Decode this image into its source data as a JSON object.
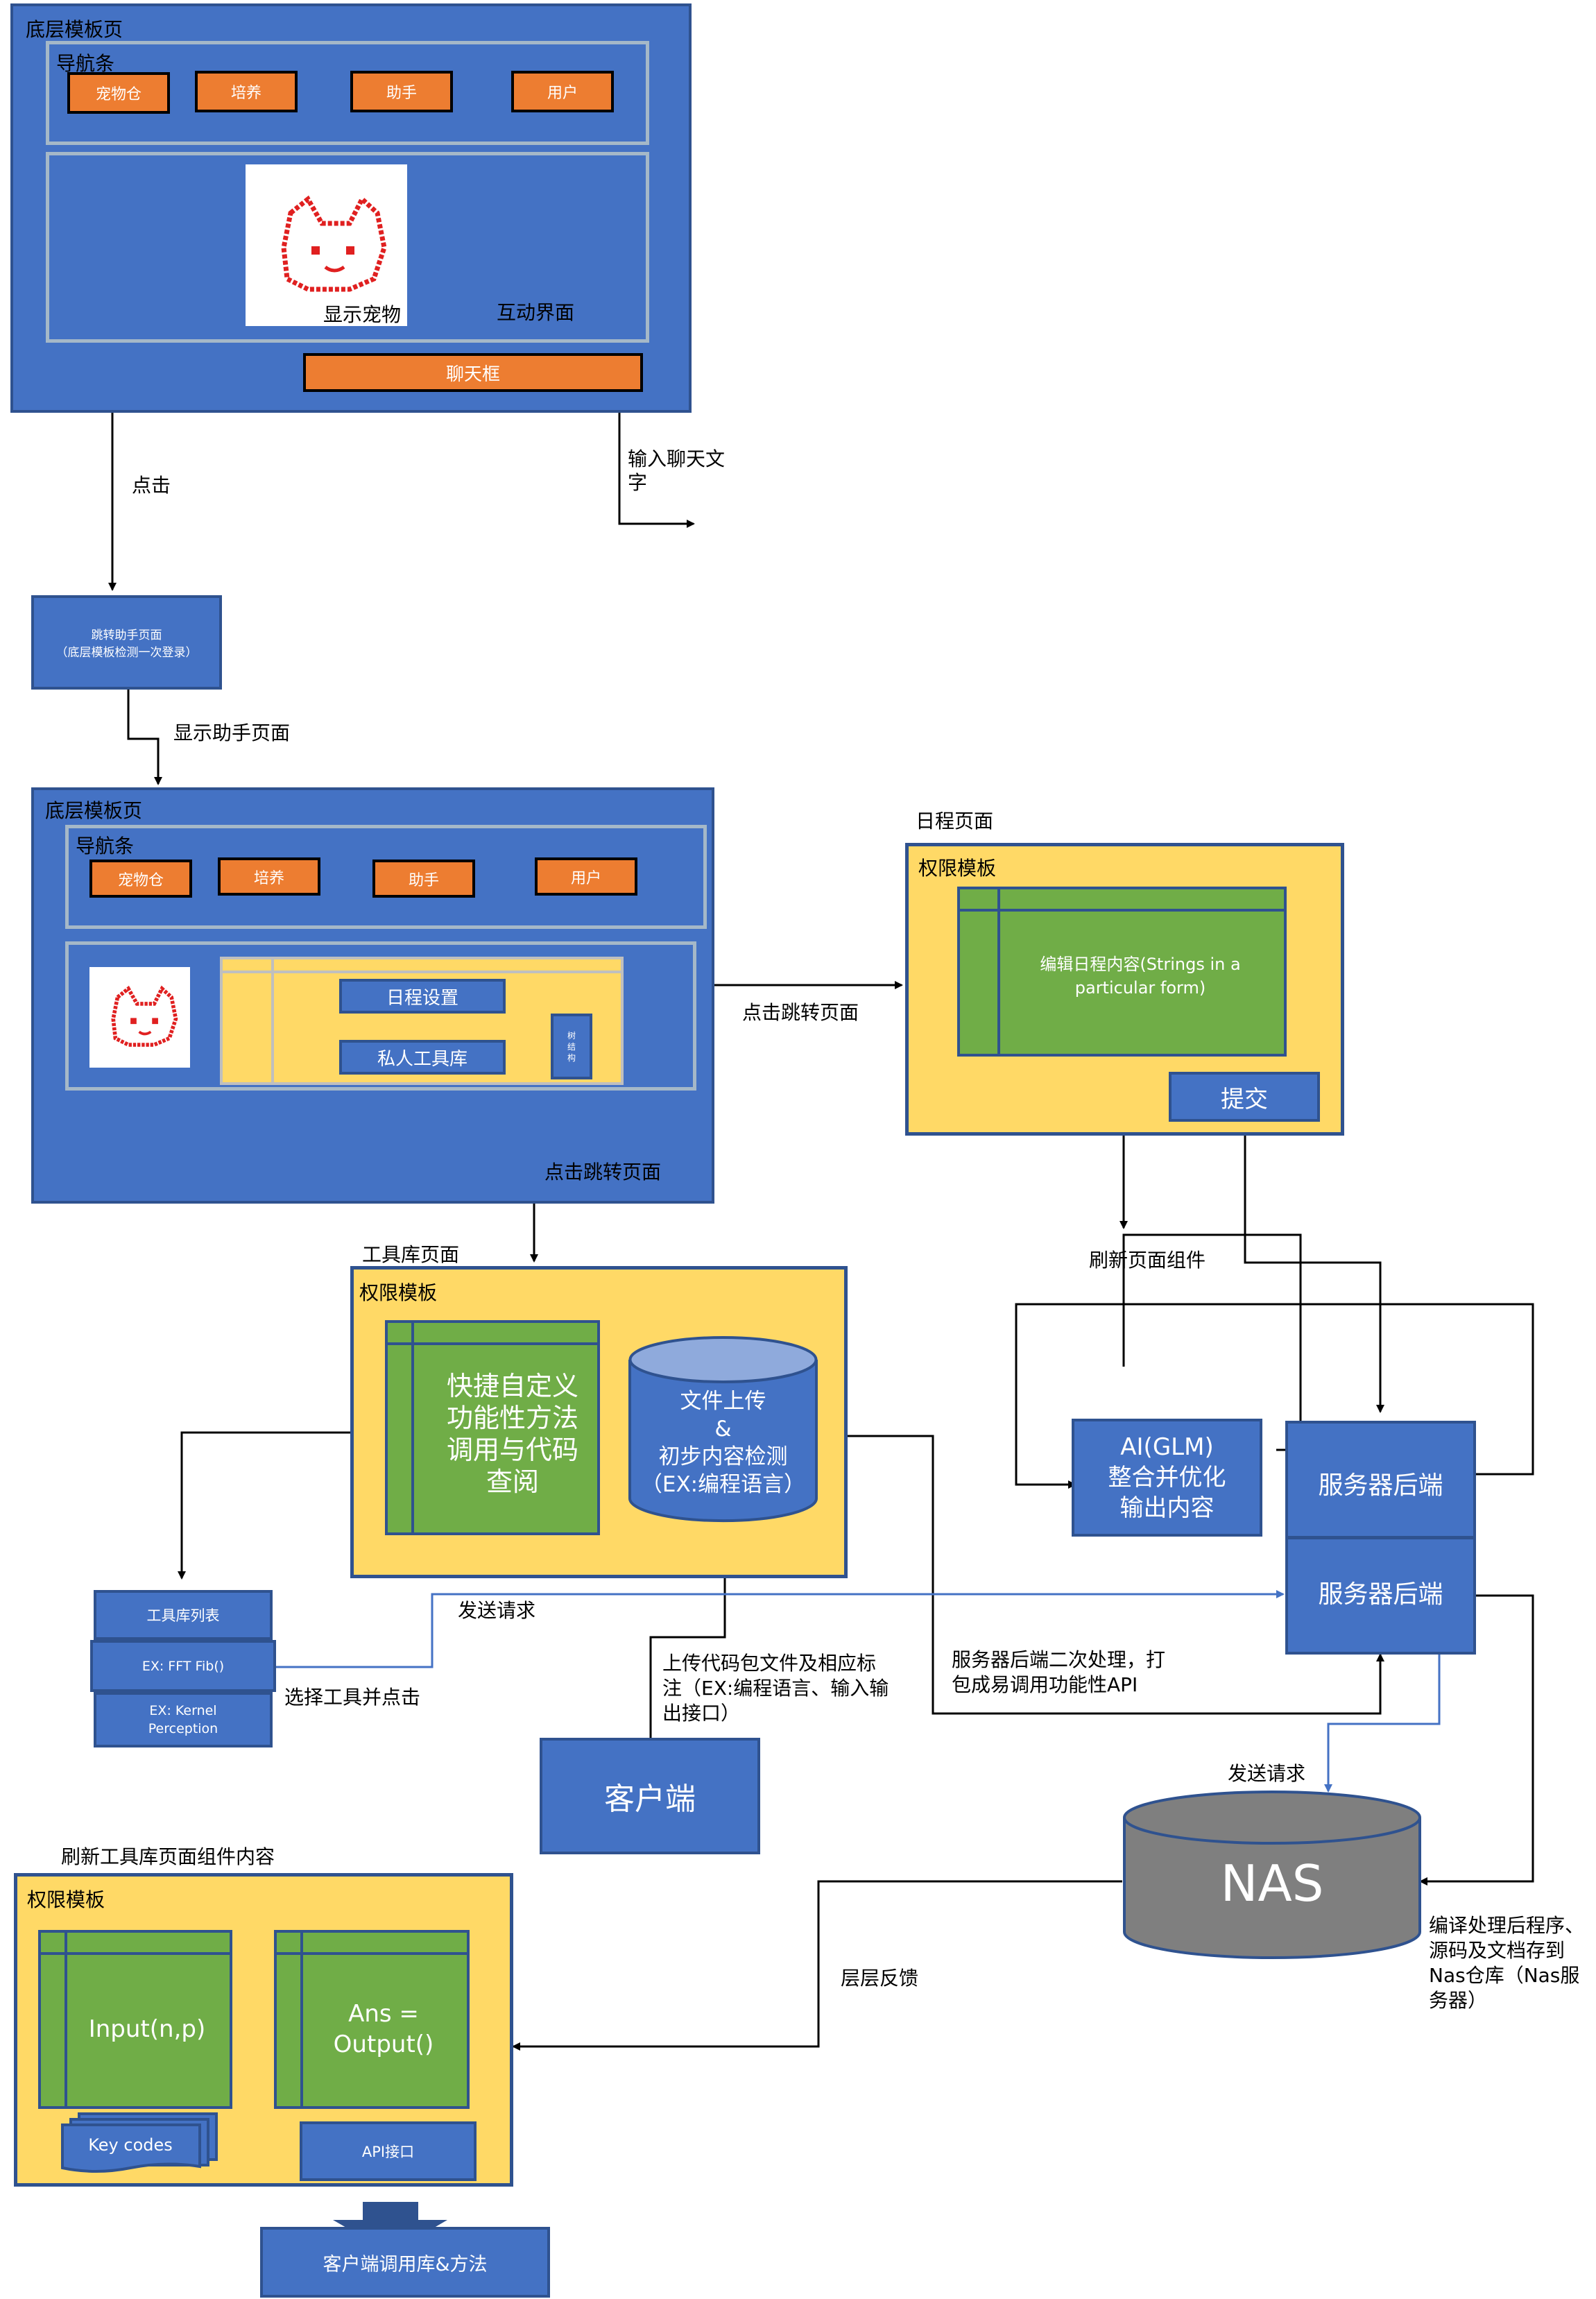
{
  "top_block": {
    "title": "底层模板页",
    "nav_label": "导航条",
    "nav_items": [
      "宠物仓",
      "培养",
      "助手",
      "用户"
    ],
    "pet_caption": "显示宠物",
    "interact_label": "互动界面",
    "chat_box": "聊天框"
  },
  "edges_top": {
    "click": "点击",
    "input_chat": "输入聊天文\n字"
  },
  "jump_box": {
    "line1": "跳转助手页面",
    "line2": "（底层模板检测一次登录）"
  },
  "show_assistant": "显示助手页面",
  "second_block": {
    "title": "底层模板页",
    "nav_label": "导航条",
    "nav_items": [
      "宠物仓",
      "培养",
      "助手",
      "用户"
    ],
    "schedule_settings": "日程设置",
    "private_lib": "私人工具库",
    "tree": "树\n结\n构"
  },
  "click_jump_1": "点击跳转页面",
  "click_jump_2": "点击跳转页面",
  "schedule_page": {
    "title": "日程页面",
    "auth": "权限模板",
    "edit": "编辑日程内容(Strings in a particular form)",
    "submit": "提交"
  },
  "refresh_components": "刷新页面组件",
  "toollib_page": {
    "title": "工具库页面",
    "auth": "权限模板",
    "quick": "快捷自定义功能性方法调用与代码查阅",
    "upload": "文件上传\n&\n初步内容检测\n（EX:编程语言）"
  },
  "ai_box": "AI(GLM)\n整合并优化\n输出内容",
  "server1": "服务器后端",
  "server2": "服务器后端",
  "tool_list": {
    "header": "工具库列表",
    "item1": "EX: FFT Fib()",
    "item2": "EX: Kernel\nPerception"
  },
  "send_request_1": "发送请求",
  "select_tool": "选择工具并点击",
  "upload_note": "上传代码包文件及相应标\n注（EX:编程语言、输入输\n出接口）",
  "server_second": "服务器后端二次处理，打\n包成易调用功能性API",
  "client": "客户端",
  "send_request_2": "发送请求",
  "nas": "NAS",
  "nas_note": "编译处理后程序、\n源码及文档存到\nNas仓库（Nas服\n务器）",
  "feedback": "层层反馈",
  "refresh_toollib": "刷新工具库页面组件内容",
  "bottom_page": {
    "auth": "权限模板",
    "input": "Input(n,p)",
    "output": "Ans =\nOutput()",
    "key_codes": "Key codes",
    "api": "API接口"
  },
  "client_call": "客户端调用库&方法",
  "colors": {
    "blue": "#4472c4",
    "orange": "#ed7d31",
    "yellow": "#ffd966",
    "green": "#70ad47",
    "nas_gray": "#7f7f7f"
  }
}
